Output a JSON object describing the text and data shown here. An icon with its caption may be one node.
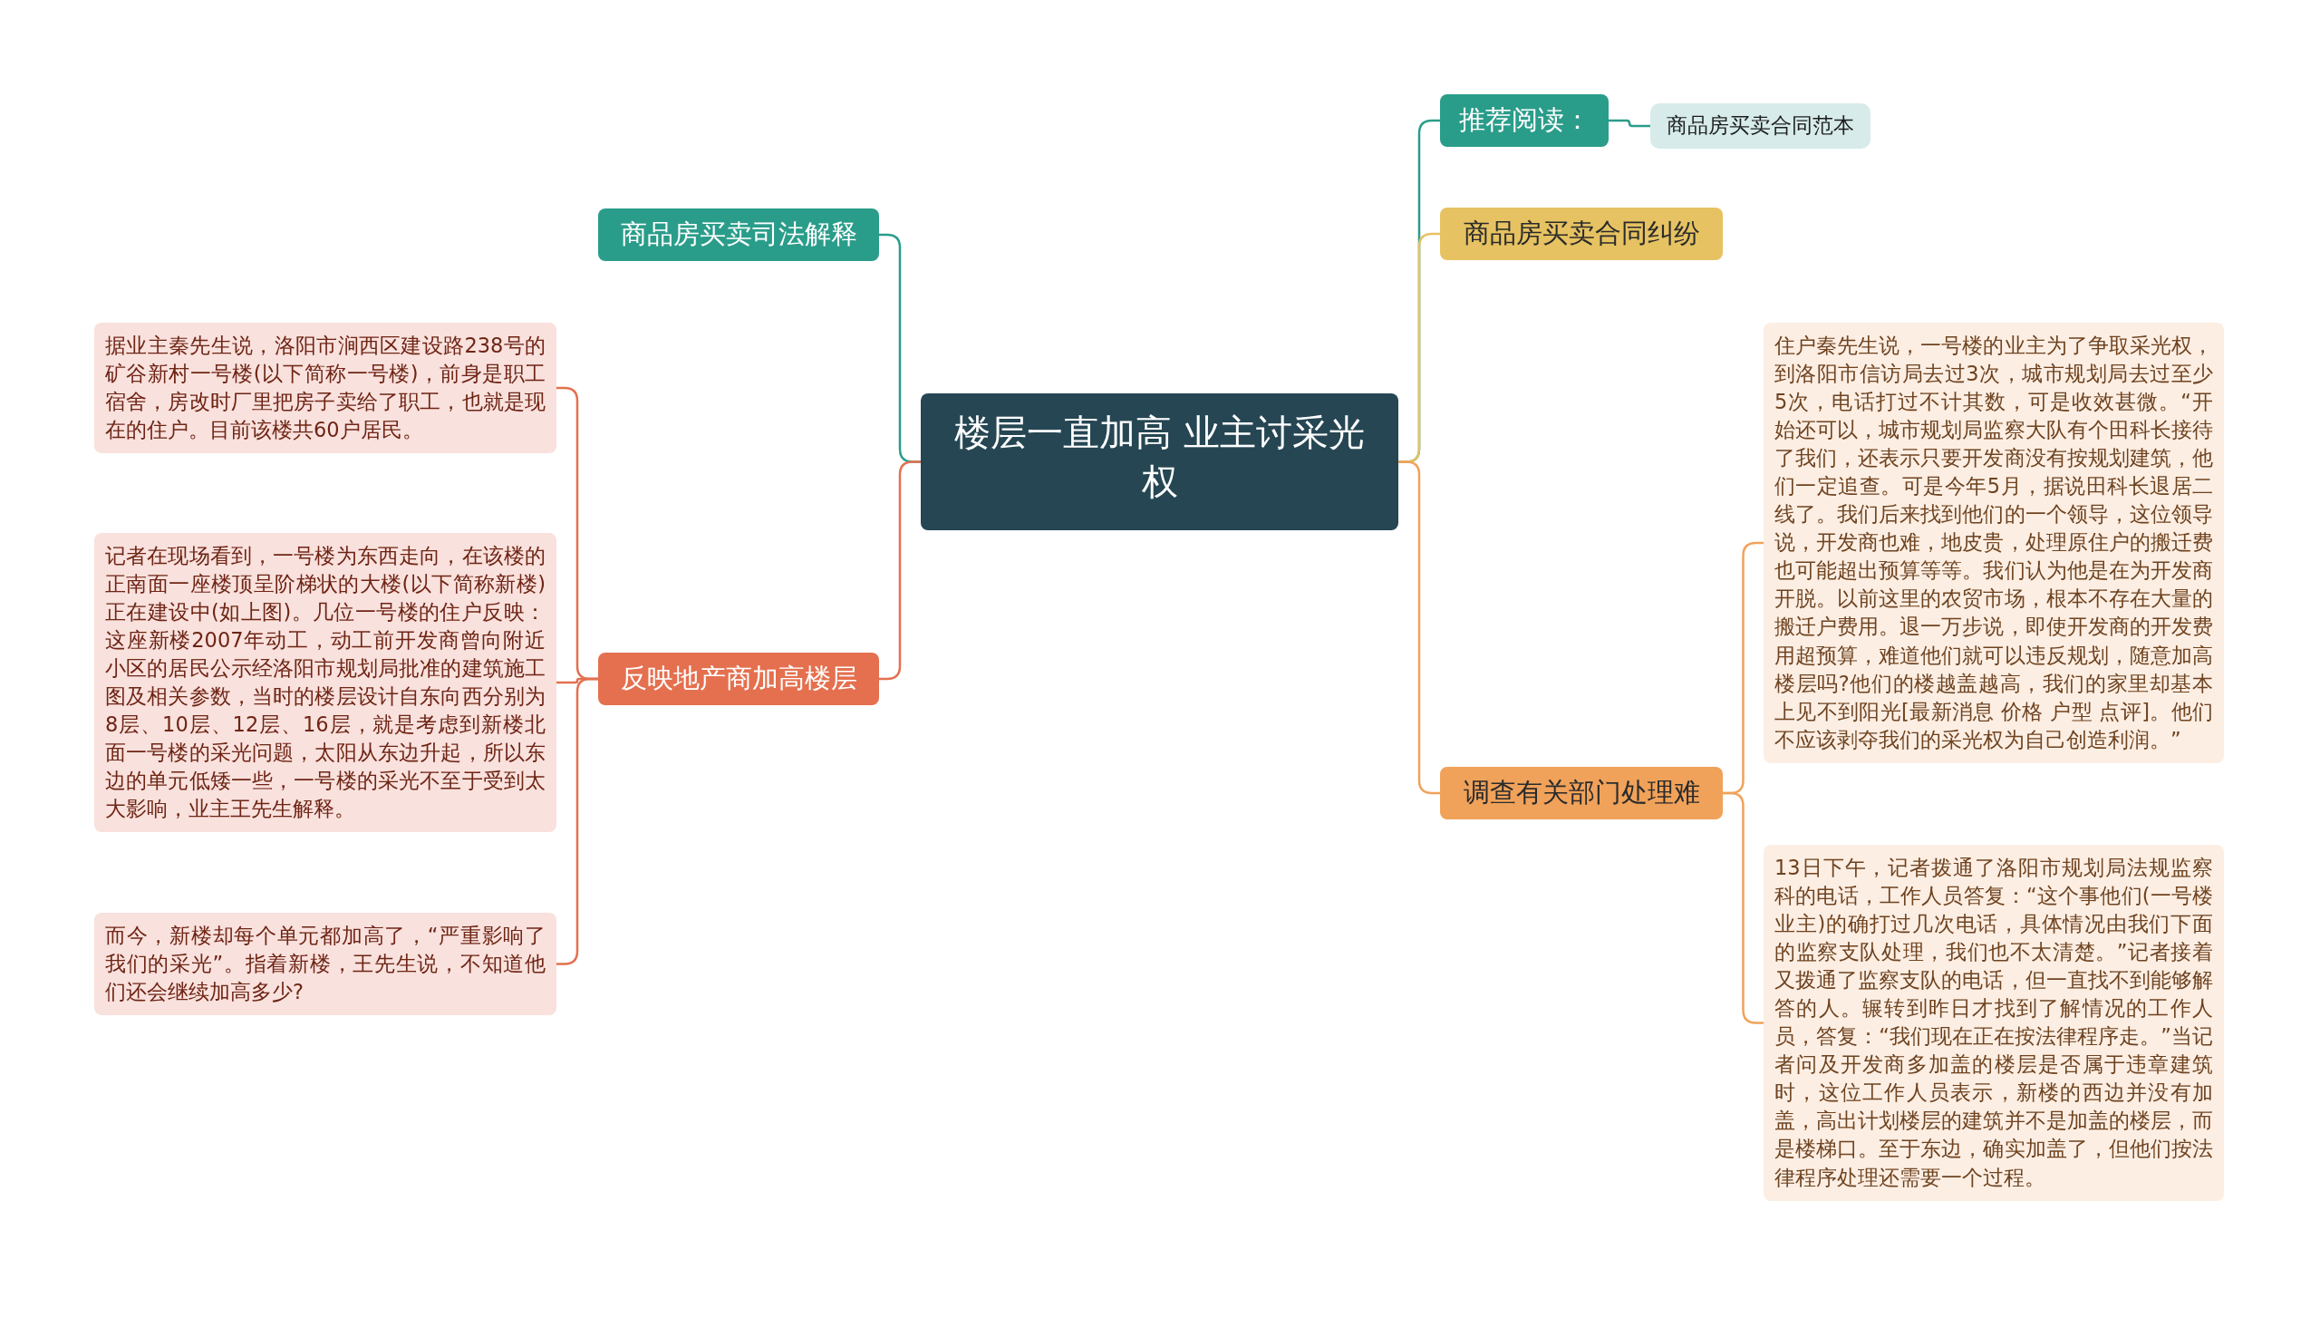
{
  "diagram": {
    "nodes": [
      {
        "text": [
          "楼层一直加高 业主讨采光权"
        ]
      },
      {
        "text": [
          "商品房买卖司法解释"
        ]
      },
      {
        "text": [
          "反映地产商加高楼层"
        ]
      },
      {
        "text": [
          "据业主秦先生说，洛阳市涧西区建设路238号的矿谷新村一号楼(以下简称一号楼)，前身是职工宿舍，房改时厂里把房子卖给了职工，也就是现在的住户。目前该楼共60户居民。"
        ]
      },
      {
        "text": [
          "记者在现场看到，一号楼为东西走向，在该楼的正南面一座楼顶呈阶梯状的大楼(以下简称新楼)正在建设中(如上图)。几位一号楼的住户反映：这座新楼2007年动工，动工前开发商曾向附近小区的居民公示经洛阳市规划局批准的建筑施工图及相关参数，当时的楼层设计自东向西分别为8层、10层、12层、16层，就是考虑到新楼北面一号楼的采光问题，太阳从东边升起，所以东边的单元低矮一些，一号楼的采光不至于受到太大影响，业主王先生解释。"
        ]
      },
      {
        "text": [
          "而今，新楼却每个单元都加高了，“严重影响了我们的采光”。指着新楼，王先生说，不知道他们还会继续加高多少?"
        ]
      },
      {
        "text": [
          "推荐阅读："
        ]
      },
      {
        "text": [
          "商品房买卖合同范本"
        ]
      },
      {
        "text": [
          "商品房买卖合同纠纷"
        ]
      },
      {
        "text": [
          "调查有关部门处理难"
        ]
      },
      {
        "text": [
          "住户秦先生说，一号楼的业主为了争取采光权，到洛阳市信访局去过3次，城市规划局去过至少5次，电话打过不计其数，可是收效甚微。“开始还可以，城市规划局监察大队有个田科长接待了我们，还表示只要开发商没有按规划建筑，他们一定追查。可是今年5月，据说田科长退居二线了。我们后来找到他们的一个领导，这位领导说，开发商也难，地皮贵，处理原住户的搬迁费也可能超出预算等等。我们认为他是在为开发商开脱。以前这里的农贸市场，根本不存在大量的搬迁户费用。退一万步说，即使开发商的开发费用超预算，难道他们就可以违反规划，随意加高楼层吗?他们的楼越盖越高，我们的家里却基本上见不到阳光[最新消息 价格 户型 点评]。他们不应该剥夺我们的采光权为自己创造利润。”"
        ]
      },
      {
        "text": [
          "13日下午，记者拨通了洛阳市规划局法规监察科的电话，工作人员答复：“这个事他们(一号楼业主)的确打过几次电话，具体情况由我们下面的监察支队处理，我们也不太清楚。”记者接着又拨通了监察支队的电话，但一直找不到能够解答的人。辗转到昨日才找到了解情况的工作人员，答复：“我们现在正在按法律程序走。”当记者问及开发商多加盖的楼层是否属于违章建筑时，这位工作人员表示，新楼的西边并没有加盖，高出计划楼层的建筑并不是加盖的楼层，而是楼梯口。至于东边，确实加盖了，但他们按法律程序处理还需要一个过程。"
        ]
      }
    ],
    "edges": [
      {
        "from": 0,
        "to": 1,
        "arrow": "none",
        "color": "#2a9d8a"
      },
      {
        "from": 0,
        "to": 2,
        "arrow": "none",
        "color": "#e4704f"
      },
      {
        "from": 2,
        "to": 3,
        "arrow": "none",
        "color": "#e4704f"
      },
      {
        "from": 2,
        "to": 4,
        "arrow": "none",
        "color": "#e4704f"
      },
      {
        "from": 2,
        "to": 5,
        "arrow": "none",
        "color": "#e4704f"
      },
      {
        "from": 0,
        "to": 6,
        "arrow": "none",
        "color": "#2a9d8a"
      },
      {
        "from": 6,
        "to": 7,
        "arrow": "none",
        "color": "#2a9d8a"
      },
      {
        "from": 0,
        "to": 8,
        "arrow": "none",
        "color": "#e6c262"
      },
      {
        "from": 0,
        "to": 9,
        "arrow": "none",
        "color": "#f0a25a"
      },
      {
        "from": 9,
        "to": 10,
        "arrow": "none",
        "color": "#f0a25a"
      },
      {
        "from": 9,
        "to": 11,
        "arrow": "none",
        "color": "#f0a25a"
      }
    ]
  }
}
